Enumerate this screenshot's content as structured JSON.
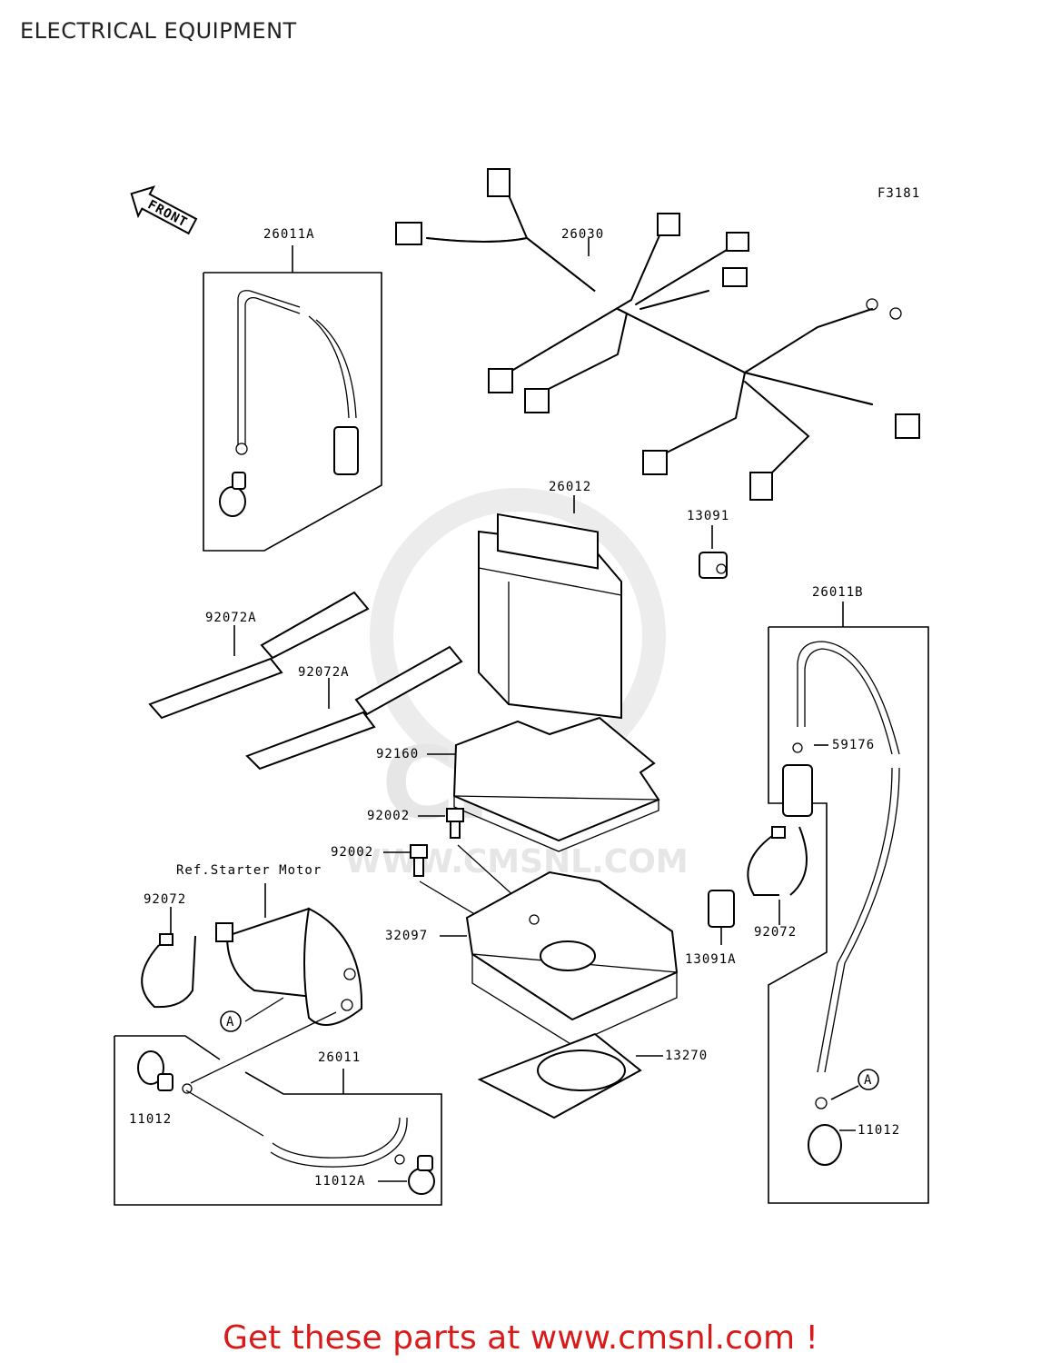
{
  "header": {
    "title": "ELECTRICAL EQUIPMENT"
  },
  "diagram": {
    "figure_code": "F3181",
    "front_marker": "FRONT",
    "watermark": {
      "brand": "CMS",
      "url": "WWW.CMSNL.COM"
    },
    "callouts": {
      "c26011A": "26011A",
      "c26030": "26030",
      "c26012": "26012",
      "c13091": "13091",
      "c26011B": "26011B",
      "c92072A_1": "92072A",
      "c92072A_2": "92072A",
      "c92160": "92160",
      "c59176": "59176",
      "c92002_1": "92002",
      "c92002_2": "92002",
      "c_ref_starter": "Ref.Starter Motor",
      "c92072_left": "92072",
      "c92072_right": "92072",
      "c32097": "32097",
      "c13091A": "13091A",
      "c26011": "26011",
      "c13270": "13270",
      "c11012_left": "11012",
      "c11012A": "11012A",
      "c11012_right": "11012",
      "c_A_left": "A",
      "c_A_right": "A"
    }
  },
  "footer": {
    "cta": "Get these parts at www.cmsnl.com !"
  }
}
